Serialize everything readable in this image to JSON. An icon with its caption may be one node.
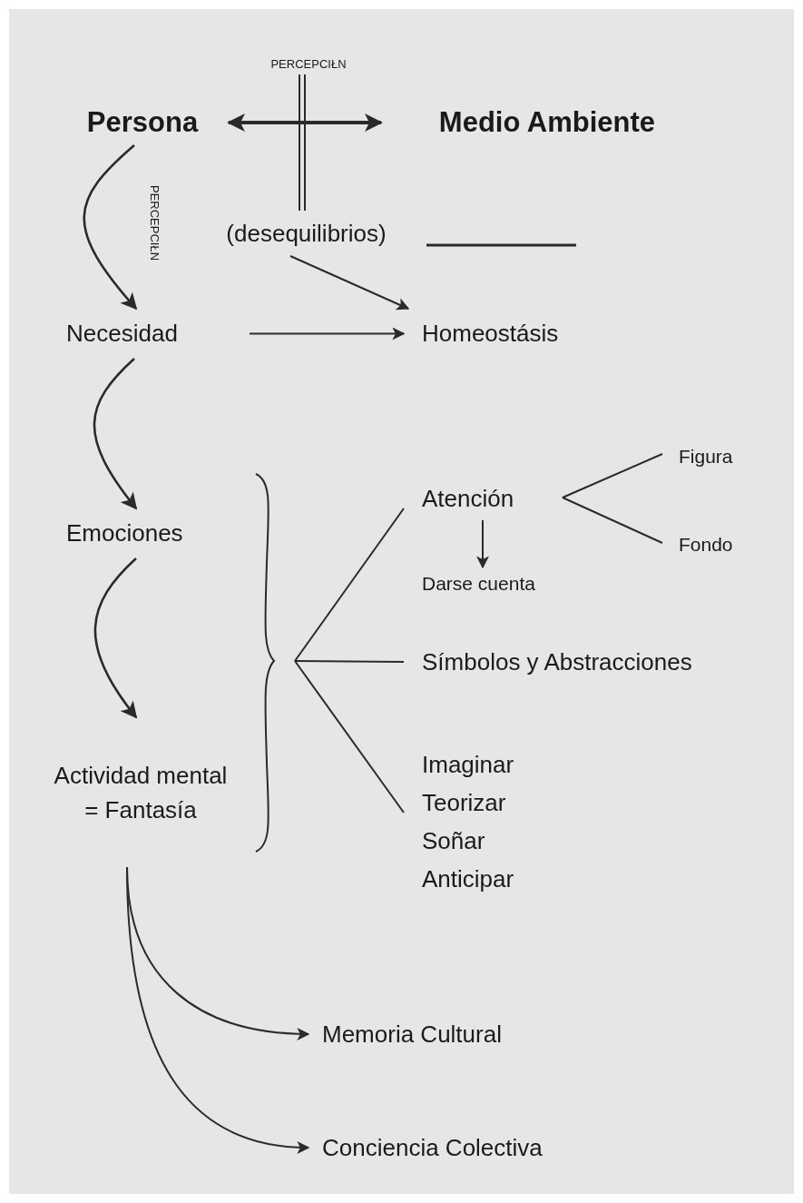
{
  "diagram": {
    "nodes": [
      {
        "text": [
          "Persona"
        ]
      },
      {
        "text": [
          "Medio Ambiente"
        ]
      },
      {
        "text": [
          "PERCEPCIŁN"
        ]
      },
      {
        "text": [
          "(desequilibrios)"
        ]
      },
      {
        "text": [
          "Necesidad"
        ]
      },
      {
        "text": [
          "Homeostásis"
        ]
      },
      {
        "text": [
          "Emociones"
        ]
      },
      {
        "text": [
          "Actividad mental = Fantasía"
        ]
      },
      {
        "text": [
          "Atención"
        ]
      },
      {
        "text": [
          "Figura"
        ]
      },
      {
        "text": [
          "Fondo"
        ]
      },
      {
        "text": [
          "Darse cuenta"
        ]
      },
      {
        "text": [
          "Símbolos y Abstracciones"
        ]
      },
      {
        "text": [
          "Imaginar",
          "Teorizar",
          "Soñar",
          "Anticipar"
        ]
      },
      {
        "text": [
          "Memoria Cultural"
        ]
      },
      {
        "text": [
          "Conciencia Colectiva"
        ]
      }
    ],
    "edges": [
      {
        "from": 0,
        "to": 1,
        "arrow": "both",
        "style": "thick"
      },
      {
        "from": 2,
        "to": 3,
        "arrow": "none"
      },
      {
        "from": 0,
        "to": 4,
        "arrow": "to",
        "label": "PERCEPCIŁN"
      },
      {
        "from": 3,
        "to": 5,
        "arrow": "to"
      },
      {
        "from": 4,
        "to": 5,
        "arrow": "to"
      },
      {
        "from": 4,
        "to": 6,
        "arrow": "to"
      },
      {
        "from": 6,
        "to": 7,
        "arrow": "to"
      },
      {
        "from": null,
        "to": 8,
        "arrow": "none"
      },
      {
        "from": null,
        "to": 12,
        "arrow": "none"
      },
      {
        "from": null,
        "to": 13,
        "arrow": "none"
      },
      {
        "from": 8,
        "to": 9,
        "arrow": "none"
      },
      {
        "from": 8,
        "to": 10,
        "arrow": "none"
      },
      {
        "from": 8,
        "to": 11,
        "arrow": "to"
      },
      {
        "from": 7,
        "to": 14,
        "arrow": "to"
      },
      {
        "from": 7,
        "to": 15,
        "arrow": "to"
      }
    ]
  }
}
